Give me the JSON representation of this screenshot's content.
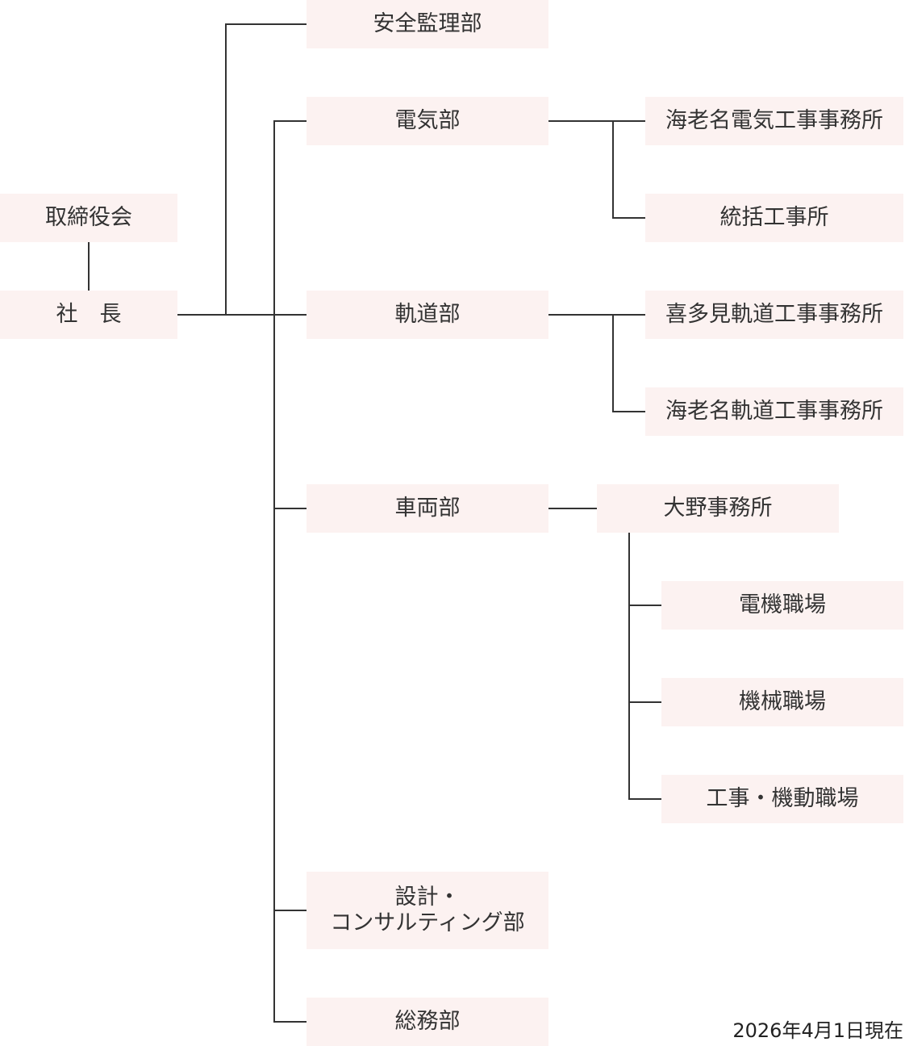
{
  "org_chart": {
    "board": "取締役会",
    "president": "社　長",
    "safety": "安全監理部",
    "electric": {
      "name": "電気部",
      "offices": [
        "海老名電気工事事務所",
        "統括工事所"
      ]
    },
    "track": {
      "name": "軌道部",
      "offices": [
        "喜多見軌道工事事務所",
        "海老名軌道工事事務所"
      ]
    },
    "vehicle": {
      "name": "車両部",
      "office": "大野事務所",
      "workshops": [
        "電機職場",
        "機械職場",
        "工事・機動職場"
      ]
    },
    "design": {
      "line1": "設計・",
      "line2": "コンサルティング部"
    },
    "general_affairs": "総務部"
  },
  "as_of": "2026年4月1日現在",
  "colors": {
    "box_fill": "#fcf2f1",
    "line": "#333333",
    "text": "#333333"
  }
}
